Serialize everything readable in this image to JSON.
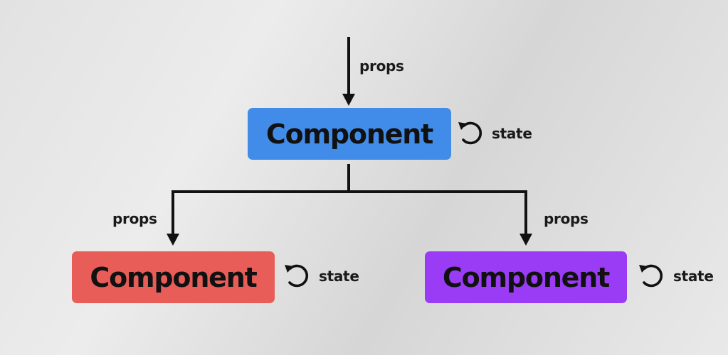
{
  "colors": {
    "top_component": "#428ce9",
    "left_component": "#e85d58",
    "right_component": "#9a3cf6",
    "line": "#111111"
  },
  "diagram": {
    "top": {
      "component_label": "Component",
      "incoming_label": "props",
      "state_label": "state"
    },
    "left": {
      "component_label": "Component",
      "incoming_label": "props",
      "state_label": "state"
    },
    "right": {
      "component_label": "Component",
      "incoming_label": "props",
      "state_label": "state"
    }
  },
  "icons": {
    "state_cycle": "cycle-arrow-icon",
    "flow_arrow": "arrow-down-icon"
  }
}
